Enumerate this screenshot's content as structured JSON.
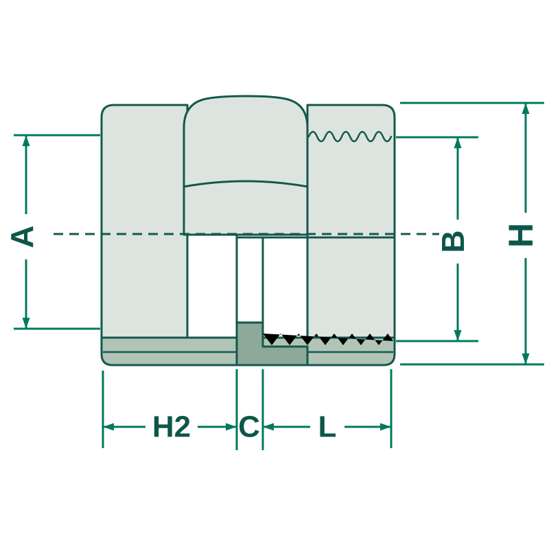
{
  "diagram": {
    "type": "technical-drawing",
    "subject": "threaded adapter socket cross-section",
    "labels": {
      "a": "A",
      "b": "B",
      "h": "H",
      "h2": "H2",
      "c": "C",
      "l": "L"
    },
    "colors": {
      "background": "#ffffff",
      "outline": "#14584c",
      "dimension": "#00795e",
      "label": "#0d564a",
      "fill_light": "#dde4df",
      "fill_medium": "#b1c4b6",
      "fill_dark": "#8ea899"
    }
  }
}
